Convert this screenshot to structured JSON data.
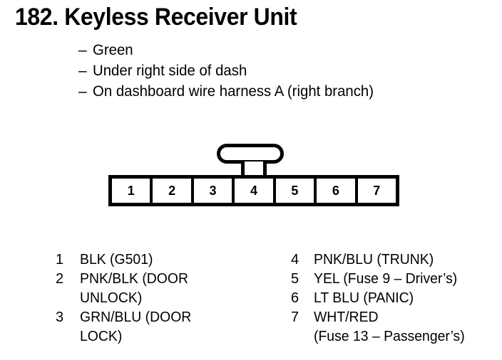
{
  "title": "182.  Keyless Receiver Unit",
  "description": {
    "dash": "–",
    "lines": [
      "Green",
      "Under right side of dash",
      "On dashboard wire harness A (right branch)"
    ]
  },
  "connector": {
    "pins": [
      "1",
      "2",
      "3",
      "4",
      "5",
      "6",
      "7"
    ]
  },
  "legend": {
    "left": [
      {
        "num": "1",
        "lines": [
          "BLK (G501)"
        ]
      },
      {
        "num": "2",
        "lines": [
          "PNK/BLK (DOOR",
          "UNLOCK)"
        ]
      },
      {
        "num": "3",
        "lines": [
          "GRN/BLU (DOOR",
          "LOCK)"
        ]
      }
    ],
    "right": [
      {
        "num": "4",
        "lines": [
          "PNK/BLU (TRUNK)"
        ]
      },
      {
        "num": "5",
        "lines": [
          "YEL (Fuse 9 – Driver’s)"
        ]
      },
      {
        "num": "6",
        "lines": [
          "LT BLU (PANIC)"
        ]
      },
      {
        "num": "7",
        "lines": [
          "WHT/RED",
          "(Fuse 13 – Passenger’s)"
        ]
      }
    ]
  }
}
